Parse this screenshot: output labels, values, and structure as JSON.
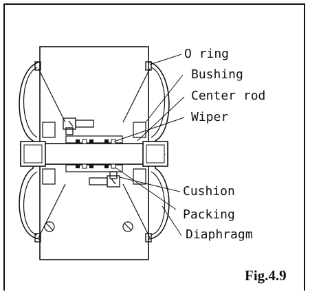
{
  "labels": {
    "o_ring": "O ring",
    "bushing": "Bushing",
    "center_rod": "Center rod",
    "wiper": "Wiper",
    "cushion": "Cushion",
    "packing": "Packing",
    "diaphragm": "Diaphragm"
  },
  "figure_label": "Fig.4.9"
}
